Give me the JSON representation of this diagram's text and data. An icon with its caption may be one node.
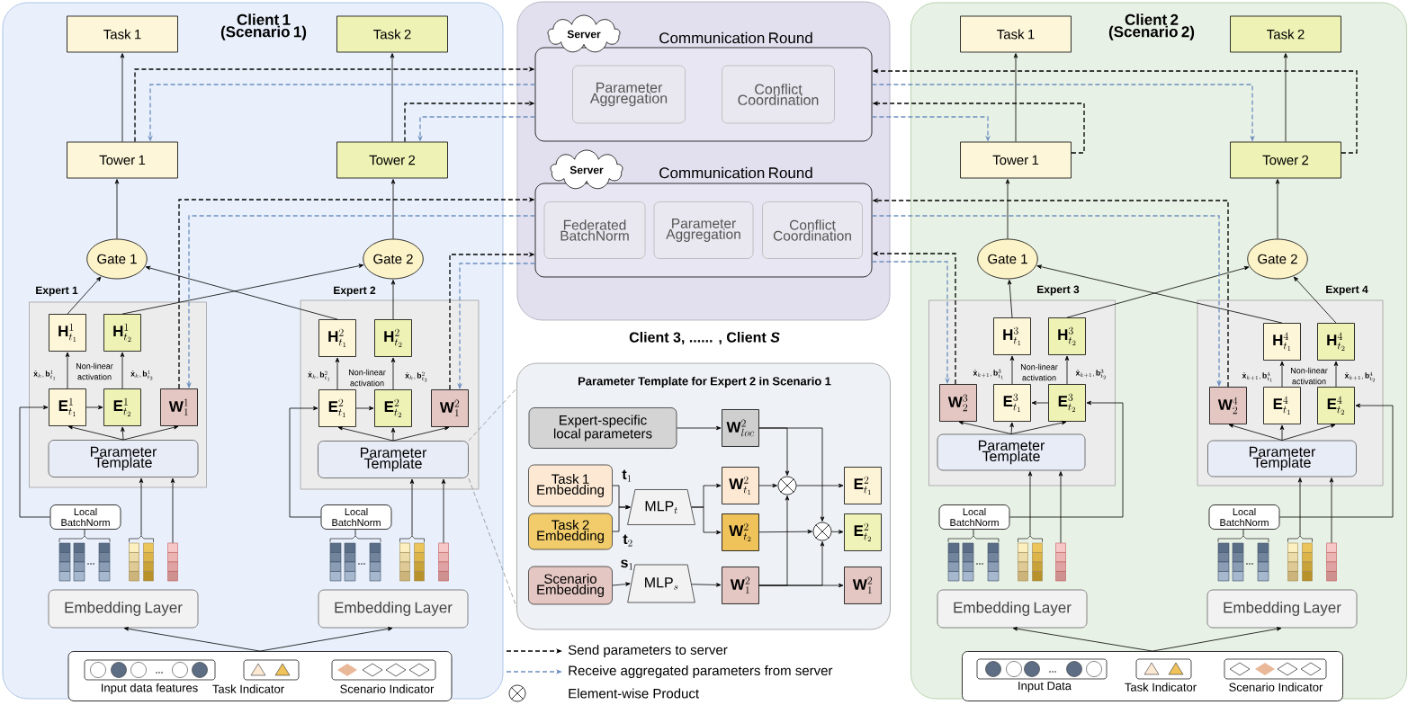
{
  "diagram": {
    "nodes": [
      {
        "text": [
          "Client 1 (Scenario 1)"
        ]
      },
      {
        "text": [
          "Task 1"
        ],
        "in": 0
      },
      {
        "text": [
          "Task 2"
        ],
        "in": 0
      },
      {
        "text": [
          "Tower 1"
        ],
        "in": 0
      },
      {
        "text": [
          "Tower 2"
        ],
        "in": 0
      },
      {
        "text": [
          "Gate 1"
        ],
        "in": 0
      },
      {
        "text": [
          "Gate 2"
        ],
        "in": 0
      },
      {
        "text": [
          "Expert 1"
        ],
        "in": 0
      },
      {
        "text": [
          "\\mathbf{H}^{1}_{t_1}"
        ],
        "in": 7
      },
      {
        "text": [
          "\\mathbf{H}^{1}_{t_2}"
        ],
        "in": 7
      },
      {
        "text": [
          "\\mathbf{E}^{1}_{t_1}"
        ],
        "in": 7
      },
      {
        "text": [
          "\\mathbf{E}^{1}_{t_2}"
        ],
        "in": 7
      },
      {
        "text": [
          "\\mathbf{W}^{1}_{1}"
        ],
        "in": 7
      },
      {
        "text": [
          "Parameter Template"
        ],
        "in": 7
      },
      {
        "text": [
          "Expert 2"
        ],
        "in": 0
      },
      {
        "text": [
          "\\mathbf{H}^{2}_{t_1}"
        ],
        "in": 14
      },
      {
        "text": [
          "\\mathbf{H}^{2}_{t_2}"
        ],
        "in": 14
      },
      {
        "text": [
          "\\mathbf{E}^{2}_{t_1}"
        ],
        "in": 14
      },
      {
        "text": [
          "\\mathbf{E}^{2}_{t_2}"
        ],
        "in": 14
      },
      {
        "text": [
          "\\mathbf{W}^{2}_{1}"
        ],
        "in": 14
      },
      {
        "text": [
          "Parameter Template"
        ],
        "in": 14
      },
      {
        "text": [
          "Local BatchNorm"
        ],
        "in": 0
      },
      {
        "text": [
          "Local BatchNorm"
        ],
        "in": 0
      },
      {
        "text": [],
        "shape": "bar",
        "in": 0
      },
      {
        "text": [],
        "shape": "bar",
        "in": 0
      },
      {
        "text": [],
        "shape": "bar",
        "in": 0
      },
      {
        "text": [],
        "shape": "bar",
        "in": 0
      },
      {
        "text": [],
        "shape": "bar",
        "in": 0
      },
      {
        "text": [],
        "shape": "bar",
        "in": 0
      },
      {
        "text": [
          "Embedding Layer"
        ],
        "in": 0
      },
      {
        "text": [
          "Embedding Layer"
        ],
        "in": 0
      },
      {
        "text": [
          "Input data features",
          "Task Indicator",
          "Scenario Indicator"
        ],
        "in": 0
      },
      {
        "text": [],
        "shape": "box"
      },
      {
        "text": [
          "Server"
        ],
        "in": 32
      },
      {
        "text": [
          "Communication Round"
        ],
        "in": 32
      },
      {
        "text": [
          "Parameter Aggregation"
        ],
        "in": 34
      },
      {
        "text": [
          "Conflict Coordination"
        ],
        "in": 34
      },
      {
        "text": [
          "Server"
        ],
        "in": 32
      },
      {
        "text": [
          "Communication Round"
        ],
        "in": 32
      },
      {
        "text": [
          "Federated BatchNorm"
        ],
        "in": 38
      },
      {
        "text": [
          "Parameter Aggregation"
        ],
        "in": 38
      },
      {
        "text": [
          "Conflict Coordination"
        ],
        "in": 38
      },
      {
        "text": [
          "Client 2 (Scenario 2)"
        ]
      },
      {
        "text": [
          "Task 1"
        ],
        "in": 42
      },
      {
        "text": [
          "Task 2"
        ],
        "in": 42
      },
      {
        "text": [
          "Tower 1"
        ],
        "in": 42
      },
      {
        "text": [
          "Tower 2"
        ],
        "in": 42
      },
      {
        "text": [
          "Gate 1"
        ],
        "in": 42
      },
      {
        "text": [
          "Gate 2"
        ],
        "in": 42
      },
      {
        "text": [
          "Expert 3"
        ],
        "in": 42
      },
      {
        "text": [
          "\\mathbf{H}^{3}_{t_1}"
        ],
        "in": 49
      },
      {
        "text": [
          "\\mathbf{H}^{3}_{t_2}"
        ],
        "in": 49
      },
      {
        "text": [
          "\\mathbf{W}^{3}_{2}"
        ],
        "in": 49
      },
      {
        "text": [
          "\\mathbf{E}^{3}_{t_1}"
        ],
        "in": 49
      },
      {
        "text": [
          "\\mathbf{E}^{3}_{t_2}"
        ],
        "in": 49
      },
      {
        "text": [
          "Parameter Template"
        ],
        "in": 49
      },
      {
        "text": [
          "Expert 4"
        ],
        "in": 42
      },
      {
        "text": [
          "\\mathbf{H}^{4}_{t_1}"
        ],
        "in": 56
      },
      {
        "text": [
          "\\mathbf{H}^{4}_{t_2}"
        ],
        "in": 56
      },
      {
        "text": [
          "\\mathbf{W}^{4}_{2}"
        ],
        "in": 56
      },
      {
        "text": [
          "\\mathbf{E}^{4}_{t_1}"
        ],
        "in": 56
      },
      {
        "text": [
          "\\mathbf{E}^{4}_{t_2}"
        ],
        "in": 56
      },
      {
        "text": [
          "Parameter Template"
        ],
        "in": 56
      },
      {
        "text": [
          "Local BatchNorm"
        ],
        "in": 42
      },
      {
        "text": [
          "Local BatchNorm"
        ],
        "in": 42
      },
      {
        "text": [],
        "shape": "bar",
        "in": 42
      },
      {
        "text": [],
        "shape": "bar",
        "in": 42
      },
      {
        "text": [],
        "shape": "bar",
        "in": 42
      },
      {
        "text": [],
        "shape": "bar",
        "in": 42
      },
      {
        "text": [],
        "shape": "bar",
        "in": 42
      },
      {
        "text": [],
        "shape": "bar",
        "in": 42
      },
      {
        "text": [
          "Embedding Layer"
        ],
        "in": 42
      },
      {
        "text": [
          "Embedding Layer"
        ],
        "in": 42
      },
      {
        "text": [
          "Input Data",
          "Task Indicator",
          "Scenario Indicator"
        ],
        "in": 42
      },
      {
        "text": [
          "Parameter Template for Expert 2 in Scenario 1"
        ]
      },
      {
        "text": [
          "Expert-specific local parameters"
        ],
        "in": 74
      },
      {
        "text": [
          "\\mathbf{W}^{2}_{loc}"
        ],
        "in": 74
      },
      {
        "text": [
          "Task 1 Embedding"
        ],
        "in": 74
      },
      {
        "text": [
          "Task 2 Embedding"
        ],
        "in": 74
      },
      {
        "text": [
          "\\mathrm{MLP}_{t}"
        ],
        "in": 74
      },
      {
        "text": [
          "\\mathbf{W}^{2}_{t_1}"
        ],
        "in": 74
      },
      {
        "text": [
          "\\mathbf{W}^{2}_{t_2}"
        ],
        "in": 74
      },
      {
        "text": [],
        "shape": "circle",
        "in": 74
      },
      {
        "text": [
          "\\mathbf{E}_{t_1}^{2}"
        ],
        "in": 74
      },
      {
        "text": [],
        "shape": "circle",
        "in": 74
      },
      {
        "text": [
          "\\mathbf{E}_{t_2}^{2}"
        ],
        "in": 74
      },
      {
        "text": [
          "Scenario Embedding"
        ],
        "in": 74
      },
      {
        "text": [
          "\\mathrm{MLP}_{s}"
        ],
        "in": 74
      },
      {
        "text": [
          "\\mathbf{W}_{1}^{2}"
        ],
        "in": 74
      },
      {
        "text": [
          "{\\mathbf{W}}^{2}_{1}"
        ],
        "in": 74
      }
    ],
    "edges": [
      {
        "from": 3,
        "to": 1,
        "arrow": "to"
      },
      {
        "from": 4,
        "to": 2,
        "arrow": "to"
      },
      {
        "from": 5,
        "to": 3,
        "arrow": "to"
      },
      {
        "from": 6,
        "to": 4,
        "arrow": "to"
      },
      {
        "from": 8,
        "to": 5,
        "arrow": "to"
      },
      {
        "from": 9,
        "to": 6,
        "arrow": "to"
      },
      {
        "from": 15,
        "to": 5,
        "arrow": "to"
      },
      {
        "from": 16,
        "to": 6,
        "arrow": "to"
      },
      {
        "from": 10,
        "to": 8,
        "arrow": "to"
      },
      {
        "from": 11,
        "to": 9,
        "arrow": "to"
      },
      {
        "from": 10,
        "to": 11,
        "arrow": "to"
      },
      {
        "from": 13,
        "to": 10,
        "arrow": "to"
      },
      {
        "from": 13,
        "to": 11,
        "arrow": "to"
      },
      {
        "from": 13,
        "to": 12,
        "arrow": "to"
      },
      {
        "from": 17,
        "to": 15,
        "arrow": "to"
      },
      {
        "from": 18,
        "to": 16,
        "arrow": "to"
      },
      {
        "from": 17,
        "to": 18,
        "arrow": "to"
      },
      {
        "from": 20,
        "to": 17,
        "arrow": "to"
      },
      {
        "from": 20,
        "to": 18,
        "arrow": "to"
      },
      {
        "from": 20,
        "to": 19,
        "arrow": "to"
      },
      {
        "from": 23,
        "to": 21,
        "arrow": "none"
      },
      {
        "from": 21,
        "to": 10,
        "arrow": "to"
      },
      {
        "from": 24,
        "to": 13,
        "arrow": "to"
      },
      {
        "from": 25,
        "to": 13,
        "arrow": "to"
      },
      {
        "from": 26,
        "to": 22,
        "arrow": "none"
      },
      {
        "from": 22,
        "to": 17,
        "arrow": "to"
      },
      {
        "from": 27,
        "to": 20,
        "arrow": "to"
      },
      {
        "from": 28,
        "to": 20,
        "arrow": "to"
      },
      {
        "from": 31,
        "to": 29,
        "arrow": "to"
      },
      {
        "from": 31,
        "to": 30,
        "arrow": "to"
      },
      {
        "from": 3,
        "to": 34,
        "arrow": "to",
        "style": "dashed"
      },
      {
        "from": 34,
        "to": 3,
        "arrow": "to",
        "style": "dashed",
        "color": "#6c8ebf"
      },
      {
        "from": 4,
        "to": 34,
        "arrow": "to",
        "style": "dashed"
      },
      {
        "from": 34,
        "to": 4,
        "arrow": "to",
        "style": "dashed",
        "color": "#6c8ebf"
      },
      {
        "from": 12,
        "to": 38,
        "arrow": "to",
        "style": "dashed"
      },
      {
        "from": 38,
        "to": 12,
        "arrow": "to",
        "style": "dashed",
        "color": "#6c8ebf"
      },
      {
        "from": 19,
        "to": 38,
        "arrow": "to",
        "style": "dashed"
      },
      {
        "from": 38,
        "to": 19,
        "arrow": "to",
        "style": "dashed",
        "color": "#6c8ebf"
      },
      {
        "from": 45,
        "to": 43,
        "arrow": "to"
      },
      {
        "from": 46,
        "to": 44,
        "arrow": "to"
      },
      {
        "from": 47,
        "to": 45,
        "arrow": "to"
      },
      {
        "from": 48,
        "to": 46,
        "arrow": "to"
      },
      {
        "from": 50,
        "to": 47,
        "arrow": "to"
      },
      {
        "from": 51,
        "to": 48,
        "arrow": "to"
      },
      {
        "from": 57,
        "to": 47,
        "arrow": "to"
      },
      {
        "from": 58,
        "to": 48,
        "arrow": "to"
      },
      {
        "from": 53,
        "to": 50,
        "arrow": "to"
      },
      {
        "from": 54,
        "to": 51,
        "arrow": "to"
      },
      {
        "from": 54,
        "to": 53,
        "arrow": "to"
      },
      {
        "from": 55,
        "to": 52,
        "arrow": "to"
      },
      {
        "from": 55,
        "to": 53,
        "arrow": "to"
      },
      {
        "from": 55,
        "to": 54,
        "arrow": "to"
      },
      {
        "from": 60,
        "to": 57,
        "arrow": "to"
      },
      {
        "from": 61,
        "to": 58,
        "arrow": "to"
      },
      {
        "from": 62,
        "to": 59,
        "arrow": "to"
      },
      {
        "from": 62,
        "to": 60,
        "arrow": "to"
      },
      {
        "from": 62,
        "to": 61,
        "arrow": "to"
      },
      {
        "from": 65,
        "to": 63,
        "arrow": "none"
      },
      {
        "from": 63,
        "to": 54,
        "arrow": "to"
      },
      {
        "from": 66,
        "to": 55,
        "arrow": "to"
      },
      {
        "from": 67,
        "to": 55,
        "arrow": "to"
      },
      {
        "from": 68,
        "to": 64,
        "arrow": "none"
      },
      {
        "from": 64,
        "to": 61,
        "arrow": "to"
      },
      {
        "from": 69,
        "to": 62,
        "arrow": "to"
      },
      {
        "from": 70,
        "to": 62,
        "arrow": "to"
      },
      {
        "from": 73,
        "to": 71,
        "arrow": "to"
      },
      {
        "from": 73,
        "to": 72,
        "arrow": "to"
      },
      {
        "from": 45,
        "to": 34,
        "arrow": "to",
        "style": "dashed"
      },
      {
        "from": 34,
        "to": 45,
        "arrow": "to",
        "style": "dashed",
        "color": "#6c8ebf"
      },
      {
        "from": 46,
        "to": 34,
        "arrow": "to",
        "style": "dashed"
      },
      {
        "from": 34,
        "to": 46,
        "arrow": "to",
        "style": "dashed",
        "color": "#6c8ebf"
      },
      {
        "from": 52,
        "to": 38,
        "arrow": "to",
        "style": "dashed"
      },
      {
        "from": 38,
        "to": 52,
        "arrow": "to",
        "style": "dashed",
        "color": "#6c8ebf"
      },
      {
        "from": 59,
        "to": 38,
        "arrow": "to",
        "style": "dashed"
      },
      {
        "from": 38,
        "to": 59,
        "arrow": "to",
        "style": "dashed",
        "color": "#6c8ebf"
      },
      {
        "from": 75,
        "to": 76,
        "arrow": "to"
      },
      {
        "from": 77,
        "to": 79,
        "arrow": "to"
      },
      {
        "from": 78,
        "to": 79,
        "arrow": "to"
      },
      {
        "from": 79,
        "to": 80,
        "arrow": "to"
      },
      {
        "from": 79,
        "to": 81,
        "arrow": "to"
      },
      {
        "from": 86,
        "to": 87,
        "arrow": "to"
      },
      {
        "from": 87,
        "to": 88,
        "arrow": "to"
      },
      {
        "from": 76,
        "to": 82,
        "arrow": "to"
      },
      {
        "from": 76,
        "to": 84,
        "arrow": "to"
      },
      {
        "from": 80,
        "to": 82,
        "arrow": "to"
      },
      {
        "from": 82,
        "to": 83,
        "arrow": "to"
      },
      {
        "from": 81,
        "to": 84,
        "arrow": "to"
      },
      {
        "from": 84,
        "to": 85,
        "arrow": "to"
      },
      {
        "from": 88,
        "to": 82,
        "arrow": "to"
      },
      {
        "from": 88,
        "to": 84,
        "arrow": "to"
      },
      {
        "from": 88,
        "to": 89,
        "arrow": "to"
      },
      {
        "from": 20,
        "to": 74,
        "arrow": "none",
        "style": "dashed",
        "color": "#808080"
      },
      {
        "from": 20,
        "to": 74,
        "arrow": "none",
        "style": "dashed",
        "color": "#808080"
      }
    ],
    "labels": [
      "\\hat{\\mathbf{x}}_{k}, \\mathbf{b}^{1}_{t_1}",
      "Non-linear activation",
      "\\hat{\\mathbf{x}}_{k}, \\mathbf{b}^{1}_{t_2}",
      "\\hat{\\mathbf{x}}_{k}, \\mathbf{b}^{2}_{t_1}",
      "Non-linear activation",
      "\\hat{\\mathbf{x}}_{k}, \\mathbf{b}^{2}_{t_2}",
      "\\hat{\\mathbf{x}}_{k+1}, \\mathbf{b}^{3}_{t_1}",
      "Non-linear activation",
      "\\hat{\\mathbf{x}}_{k+1}, \\mathbf{b}^{3}_{t_2}",
      "\\hat{\\mathbf{x}}_{k+1}, \\mathbf{b}^{4}_{t_1}",
      "Non-linear activation",
      "\\hat{\\mathbf{x}}_{k+1}, \\mathbf{b}^{4}_{t_2}",
      "Client 3, ...... , Client *S*",
      "\\mathbf{t}_{1}",
      "\\mathbf{t}_{2}",
      "\\mathbf{s}_{1}"
    ],
    "legend": [
      {
        "text": "Send parameters to server"
      },
      {
        "text": "Receive aggregated parameters from server"
      },
      {
        "text": "Element-wise Product"
      }
    ]
  }
}
